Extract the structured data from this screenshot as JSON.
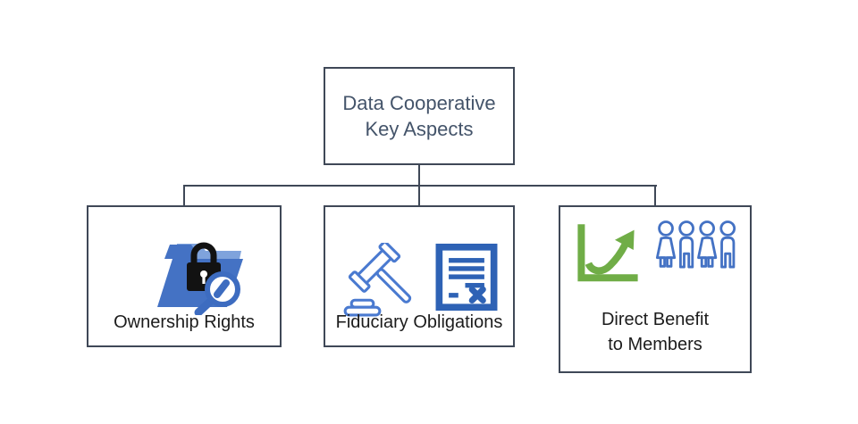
{
  "colors": {
    "canvas-bg": "#ffffff",
    "line": "#3f4857",
    "title-text": "#44546A",
    "label-text": "#1c1c1c",
    "folder-blue": "#4472C4",
    "folder-light": "#7FA3DC",
    "lock-black": "#121212",
    "magnifier-blue": "#3D6CC0",
    "gavel-blue": "#4A7AD0",
    "doc-blue": "#2E62B5",
    "growth-green": "#70AD47",
    "people-blue": "#4472C4"
  },
  "diagram": {
    "root": {
      "line1": "Data Cooperative",
      "line2": "Key Aspects"
    },
    "nodes": [
      {
        "id": "ownership",
        "label": "Ownership Rights",
        "icons": [
          "folder-lock-magnifier-icon"
        ]
      },
      {
        "id": "fiduciary",
        "label": "Fiduciary Obligations",
        "icons": [
          "gavel-icon",
          "document-x-icon"
        ]
      },
      {
        "id": "benefit",
        "label_line1": "Direct Benefit",
        "label_line2": "to Members",
        "icons": [
          "growth-chart-arrow-icon",
          "members-group-icon"
        ]
      }
    ]
  }
}
